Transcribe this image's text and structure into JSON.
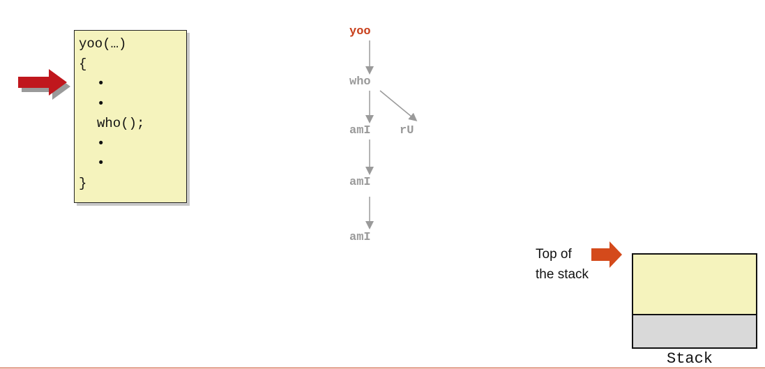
{
  "code": {
    "lines": [
      "yoo(…)",
      "{",
      "•",
      "•",
      "who();",
      "•",
      "•",
      "}"
    ]
  },
  "call_tree": {
    "root": "yoo",
    "child": "who",
    "grandchildren": [
      "amI",
      "rU"
    ],
    "chain": [
      "amI",
      "amI"
    ]
  },
  "stack": {
    "pointer_label_line1": "Top of",
    "pointer_label_line2": "the stack",
    "caption": "Stack"
  },
  "colors": {
    "pointer_arrow": "#c0171d",
    "active_node": "#c8401c",
    "inactive_node": "#9a9a9a",
    "code_bg": "#f5f3bd",
    "stack_grey": "#d9d9d9"
  }
}
